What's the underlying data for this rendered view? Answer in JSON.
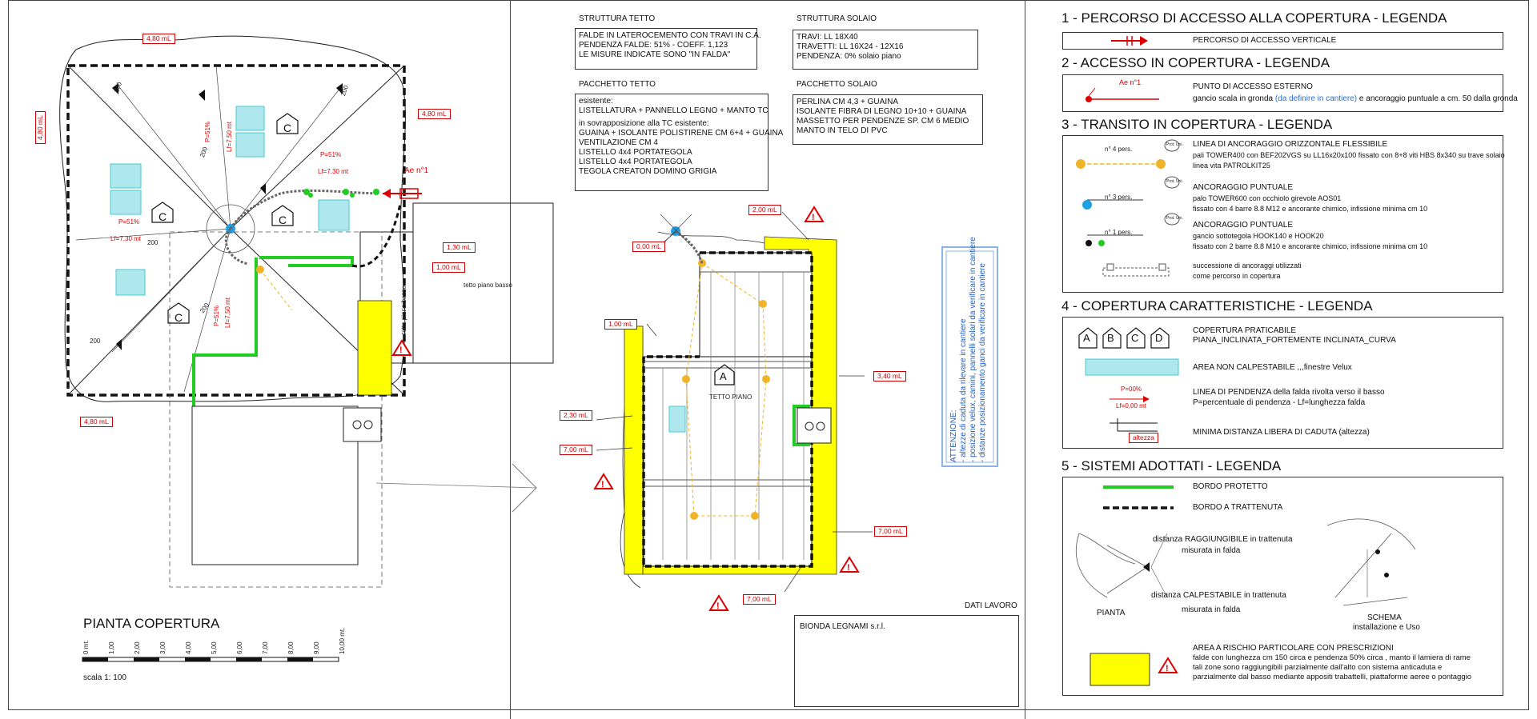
{
  "left": {
    "title": "PIANTA COPERTURA",
    "scale": "scala 1: 100",
    "ruler": [
      "0 mt.",
      "1,00",
      "2,00",
      "3,00",
      "4,00",
      "5,00",
      "6,00",
      "7,00",
      "8,00",
      "9,00",
      "10,00 mt."
    ],
    "dims": [
      "4,80 mL",
      "4,80 mL",
      "4,80 mL",
      "4,80 mL",
      "1,30 mL",
      "1,00 mL"
    ],
    "slopes": [
      "P=51%",
      "Lf=7,50 mt",
      "P=51%",
      "Lf=7,30 mt",
      "P=51%",
      "Lf=7,30 mt",
      "P=51%",
      "Lf=7,50 mt"
    ],
    "ae_label": "Ae n°1",
    "roof_low": "tetto piano basso",
    "roof_low2": "tetto piano basso",
    "measure_200": [
      "200",
      "200",
      "200",
      "200",
      "200",
      "200"
    ]
  },
  "middle": {
    "struttura_tetto": {
      "title": "STRUTTURA TETTO",
      "lines": [
        "FALDE IN LATEROCEMENTO CON TRAVI IN C.A.",
        "PENDENZA FALDE: 51% - COEFF. 1,123",
        "LE MISURE INDICATE SONO \"IN FALDA\""
      ]
    },
    "pacchetto_tetto": {
      "title": "PACCHETTO TETTO",
      "lines": [
        "esistente:",
        "LISTELLATURA + PANNELLO LEGNO + MANTO TC",
        "in sovrapposizione alla TC esistente:",
        "GUAINA + ISOLANTE POLISTIRENE CM 6+4 + GUAINA",
        "VENTILAZIONE CM 4",
        "LISTELLO 4x4 PORTATEGOLA",
        "LISTELLO 4x4 PORTATEGOLA",
        "TEGOLA CREATON DOMINO GRIGIA"
      ]
    },
    "struttura_solaio": {
      "title": "STRUTTURA SOLAIO",
      "lines": [
        "TRAVI: LL 18X40",
        "TRAVETTI: LL 16X24 - 12X16",
        "PENDENZA: 0% solaio piano"
      ]
    },
    "pacchetto_solaio": {
      "title": "PACCHETTO SOLAIO",
      "lines": [
        "PERLINA CM 4,3 + GUAINA",
        "ISOLANTE FIBRA DI LEGNO 10+10 + GUAINA",
        "MASSETTO PER PENDENZE SP. CM 6 MEDIO",
        "MANTO IN TELO DI PVC"
      ]
    },
    "dims": [
      "2,00 mL",
      "0,00 mL",
      "1,00 mL",
      "3,40 mL",
      "2,30 mL",
      "7,00 mL",
      "7,00 mL",
      "7,00 mL"
    ],
    "tetto_piano": "TETTO PIANO",
    "roof_letter": "A",
    "attenzione": [
      "ATTENZIONE:",
      "- altezze di caduta da rilevare in cantiere",
      "- posizione velux, camini, pannelli solari da verificare in cantiere",
      "- distanze posizionamento ganci da verificare in cantiere"
    ],
    "dati_lavoro": {
      "title": "DATI LAVORO",
      "company": "BIONDA LEGNAMI s.r.l."
    }
  },
  "right": {
    "s1": {
      "title": "1 - PERCORSO DI ACCESSO ALLA COPERTURA - LEGENDA",
      "text": "PERCORSO DI ACCESSO VERTICALE"
    },
    "s2": {
      "title": "2 - ACCESSO IN COPERTURA - LEGENDA",
      "marker": "Ae n°1",
      "line1": "PUNTO DI ACCESSO ESTERNO",
      "line2a": "gancio scala in gronda",
      "line2b": "(da definire in cantiere)",
      "line2c": "e ancoraggio puntuale a cm. 50 dalla gronda"
    },
    "s3": {
      "title": "3 - TRANSITO IN COPERTURA - LEGENDA",
      "items": [
        {
          "count": "n° 4 pers.",
          "badge": "Prot. Uni.",
          "l1": "LINEA DI ANCORAGGIO ORIZZONTALE FLESSIBILE",
          "l2": "pali TOWER400 con BEF202VGS su LL16x20x100 fissato con 8+8 viti HBS 8x340 su trave solaio",
          "l3": "linea vita PATROLKIT25"
        },
        {
          "count": "n° 3 pers.",
          "badge": "Prot. Uni.",
          "l1": "ANCORAGGIO PUNTUALE",
          "l2": "palo TOWER600 con occhiolo girevole AOS01",
          "l3": "fissato con 4 barre 8.8 M12 e ancorante chimico, infissione minima cm 10"
        },
        {
          "count": "n° 1 pers.",
          "badge": "Prot. Uni.",
          "l1": "ANCORAGGIO PUNTUALE",
          "l2": "gancio sottotegola HOOK140  e HOOK20",
          "l3": "fissato con 2 barre 8.8 M10 e ancorante chimico, infissione minima cm 10"
        },
        {
          "count": "",
          "badge": "",
          "l1": "successione di ancoraggi utilizzati",
          "l2": "come percorso in copertura",
          "l3": ""
        }
      ]
    },
    "s4": {
      "title": "4 - COPERTURA CARATTERISTICHE - LEGENDA",
      "letters": [
        "A",
        "B",
        "C",
        "D"
      ],
      "l1": "COPERTURA PRATICABILE",
      "l2": "PIANA_INCLINATA_FORTEMENTE INCLINATA_CURVA",
      "velux": "AREA NON CALPESTABILE ,,,finestre Velux",
      "p_label": "P=00%",
      "lf_label": "Lf=0,00 mt",
      "pend1": "LINEA DI PENDENZA della falda rivolta verso il basso",
      "pend2": "P=percentuale di pendenza - Lf=lunghezza falda",
      "altezza": "altezza",
      "dist": "MINIMA DISTANZA LIBERA DI CADUTA (altezza)"
    },
    "s5": {
      "title": "5 - SISTEMI ADOTTATI - LEGENDA",
      "bordo_protetto": "BORDO PROTETTO",
      "bordo_trattenuta": "BORDO A TRATTENUTA",
      "d1": "distanza RAGGIUNGIBILE in trattenuta",
      "d1b": "misurata in falda",
      "d2": "distanza CALPESTABILE in trattenuta",
      "d2b": "misurata in falda",
      "pianta": "PIANTA",
      "schema": "SCHEMA",
      "schema2": "installazione e Uso",
      "risk1": "AREA A RISCHIO PARTICOLARE CON PRESCRIZIONI",
      "risk2": "falde con lunghezza cm 150 circa e pendenza 50% circa , manto il lamiera di rame",
      "risk3": "tali zone sono raggiungibili parzialmente dall'alto con sistema anticaduta e",
      "risk4": "parzialmente dal basso mediante appositi trabattelli, piattaforme aeree o pontaggio"
    },
    "colors": {
      "green": "#22cc22",
      "yellow": "#ffff00",
      "cyan": "#aee8ee",
      "red": "#d00000",
      "blue": "#1ea0e6",
      "orange": "#f0b428"
    }
  }
}
